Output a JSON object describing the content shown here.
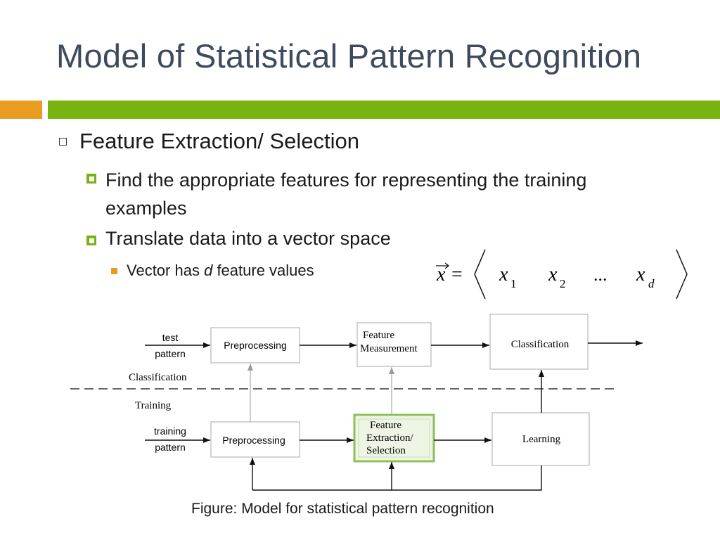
{
  "slide": {
    "title": "Model of Statistical Pattern Recognition",
    "bullets": {
      "level1": "Feature Extraction/ Selection",
      "level2a": "Find the appropriate features for representing the training examples",
      "level2b": "Translate data into a vector space",
      "level3_prefix": "Vector has ",
      "level3_italic": "d",
      "level3_suffix": " feature values"
    },
    "equation": {
      "lhs": "x",
      "equals": "=",
      "terms": [
        "x",
        "x",
        "...",
        "x"
      ],
      "subscripts": [
        "1",
        "2",
        "",
        "d"
      ]
    },
    "caption": "Figure: Model for statistical pattern recognition",
    "colors": {
      "title": "#3f4a5e",
      "accent_orange": "#e89d20",
      "accent_green": "#79b30f"
    }
  },
  "diagram": {
    "inputs": {
      "test_line1": "test",
      "test_line2": "pattern",
      "training_line1": "training",
      "training_line2": "pattern"
    },
    "section_labels": {
      "top": "Classification",
      "bottom": "Training"
    },
    "boxes": {
      "preprocessing_top": "Preprocessing",
      "feature_measurement_1": "Feature",
      "feature_measurement_2": "Measurement",
      "classification": "Classification",
      "preprocessing_bottom": "Preprocessing",
      "feature_extraction_1": "Feature",
      "feature_extraction_2": "Extraction/",
      "feature_extraction_3": "Selection",
      "learning": "Learning"
    }
  }
}
